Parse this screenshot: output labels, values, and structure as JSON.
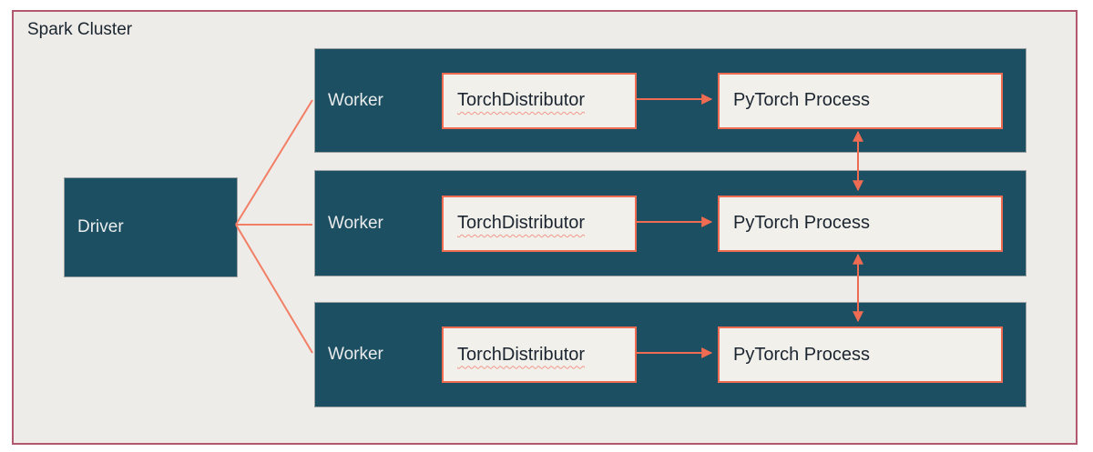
{
  "diagram": {
    "title": "Spark Cluster",
    "driver": {
      "label": "Driver"
    },
    "workers": [
      {
        "label": "Worker",
        "distributor_label": "TorchDistributor",
        "process_label": "PyTorch Process"
      },
      {
        "label": "Worker",
        "distributor_label": "TorchDistributor",
        "process_label": "PyTorch Process"
      },
      {
        "label": "Worker",
        "distributor_label": "TorchDistributor",
        "process_label": "PyTorch Process"
      }
    ],
    "colors": {
      "cluster_background": "#EDECE8",
      "cluster_border": "#B2586C",
      "node_fill": "#1D4F62",
      "node_text": "#E9ECEC",
      "inner_box_fill": "#F2F0EB",
      "accent_salmon": "#EF6B52",
      "fan_line": "#F37E66",
      "dark_text": "#1B2530",
      "squiggle": "#F1988A"
    }
  }
}
